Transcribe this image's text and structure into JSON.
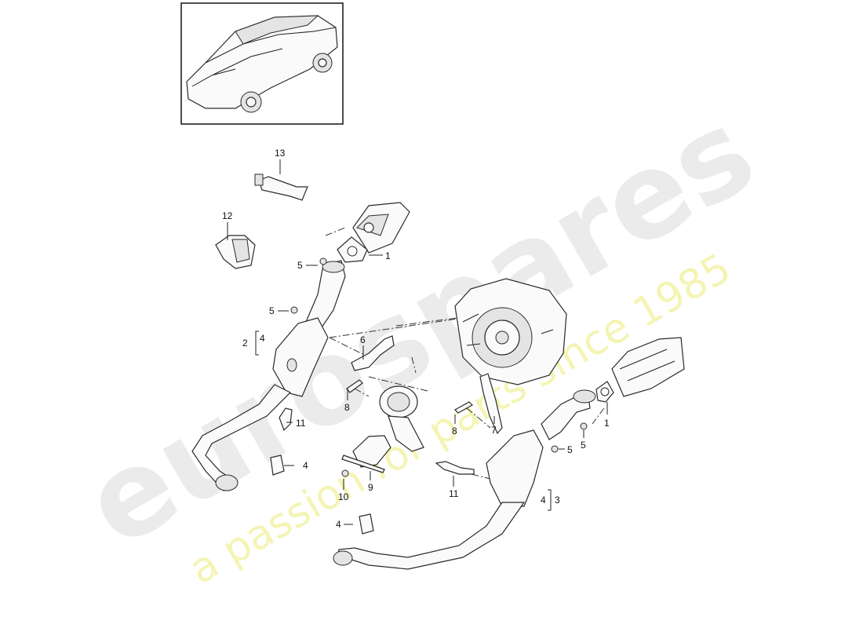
{
  "diagram": {
    "callouts": [
      {
        "id": "c13",
        "text": "13"
      },
      {
        "id": "c12",
        "text": "12"
      },
      {
        "id": "c1a",
        "text": "1"
      },
      {
        "id": "c5a",
        "text": "5"
      },
      {
        "id": "c5b",
        "text": "5"
      },
      {
        "id": "c2",
        "text": "2"
      },
      {
        "id": "c4a",
        "text": "4"
      },
      {
        "id": "c6",
        "text": "6"
      },
      {
        "id": "c8a",
        "text": "8"
      },
      {
        "id": "c11a",
        "text": "11"
      },
      {
        "id": "c4b",
        "text": "4"
      },
      {
        "id": "c8b",
        "text": "8"
      },
      {
        "id": "c7",
        "text": "7"
      },
      {
        "id": "c1b",
        "text": "1"
      },
      {
        "id": "c5c",
        "text": "5"
      },
      {
        "id": "c5d",
        "text": "5"
      },
      {
        "id": "c9",
        "text": "9"
      },
      {
        "id": "c10",
        "text": "10"
      },
      {
        "id": "c11b",
        "text": "11"
      },
      {
        "id": "c4c",
        "text": "4"
      },
      {
        "id": "c3",
        "text": "3"
      },
      {
        "id": "c4d",
        "text": "4"
      }
    ]
  },
  "watermark": {
    "brand": "eurospares",
    "tagline": "a passion for parts since 1985"
  }
}
